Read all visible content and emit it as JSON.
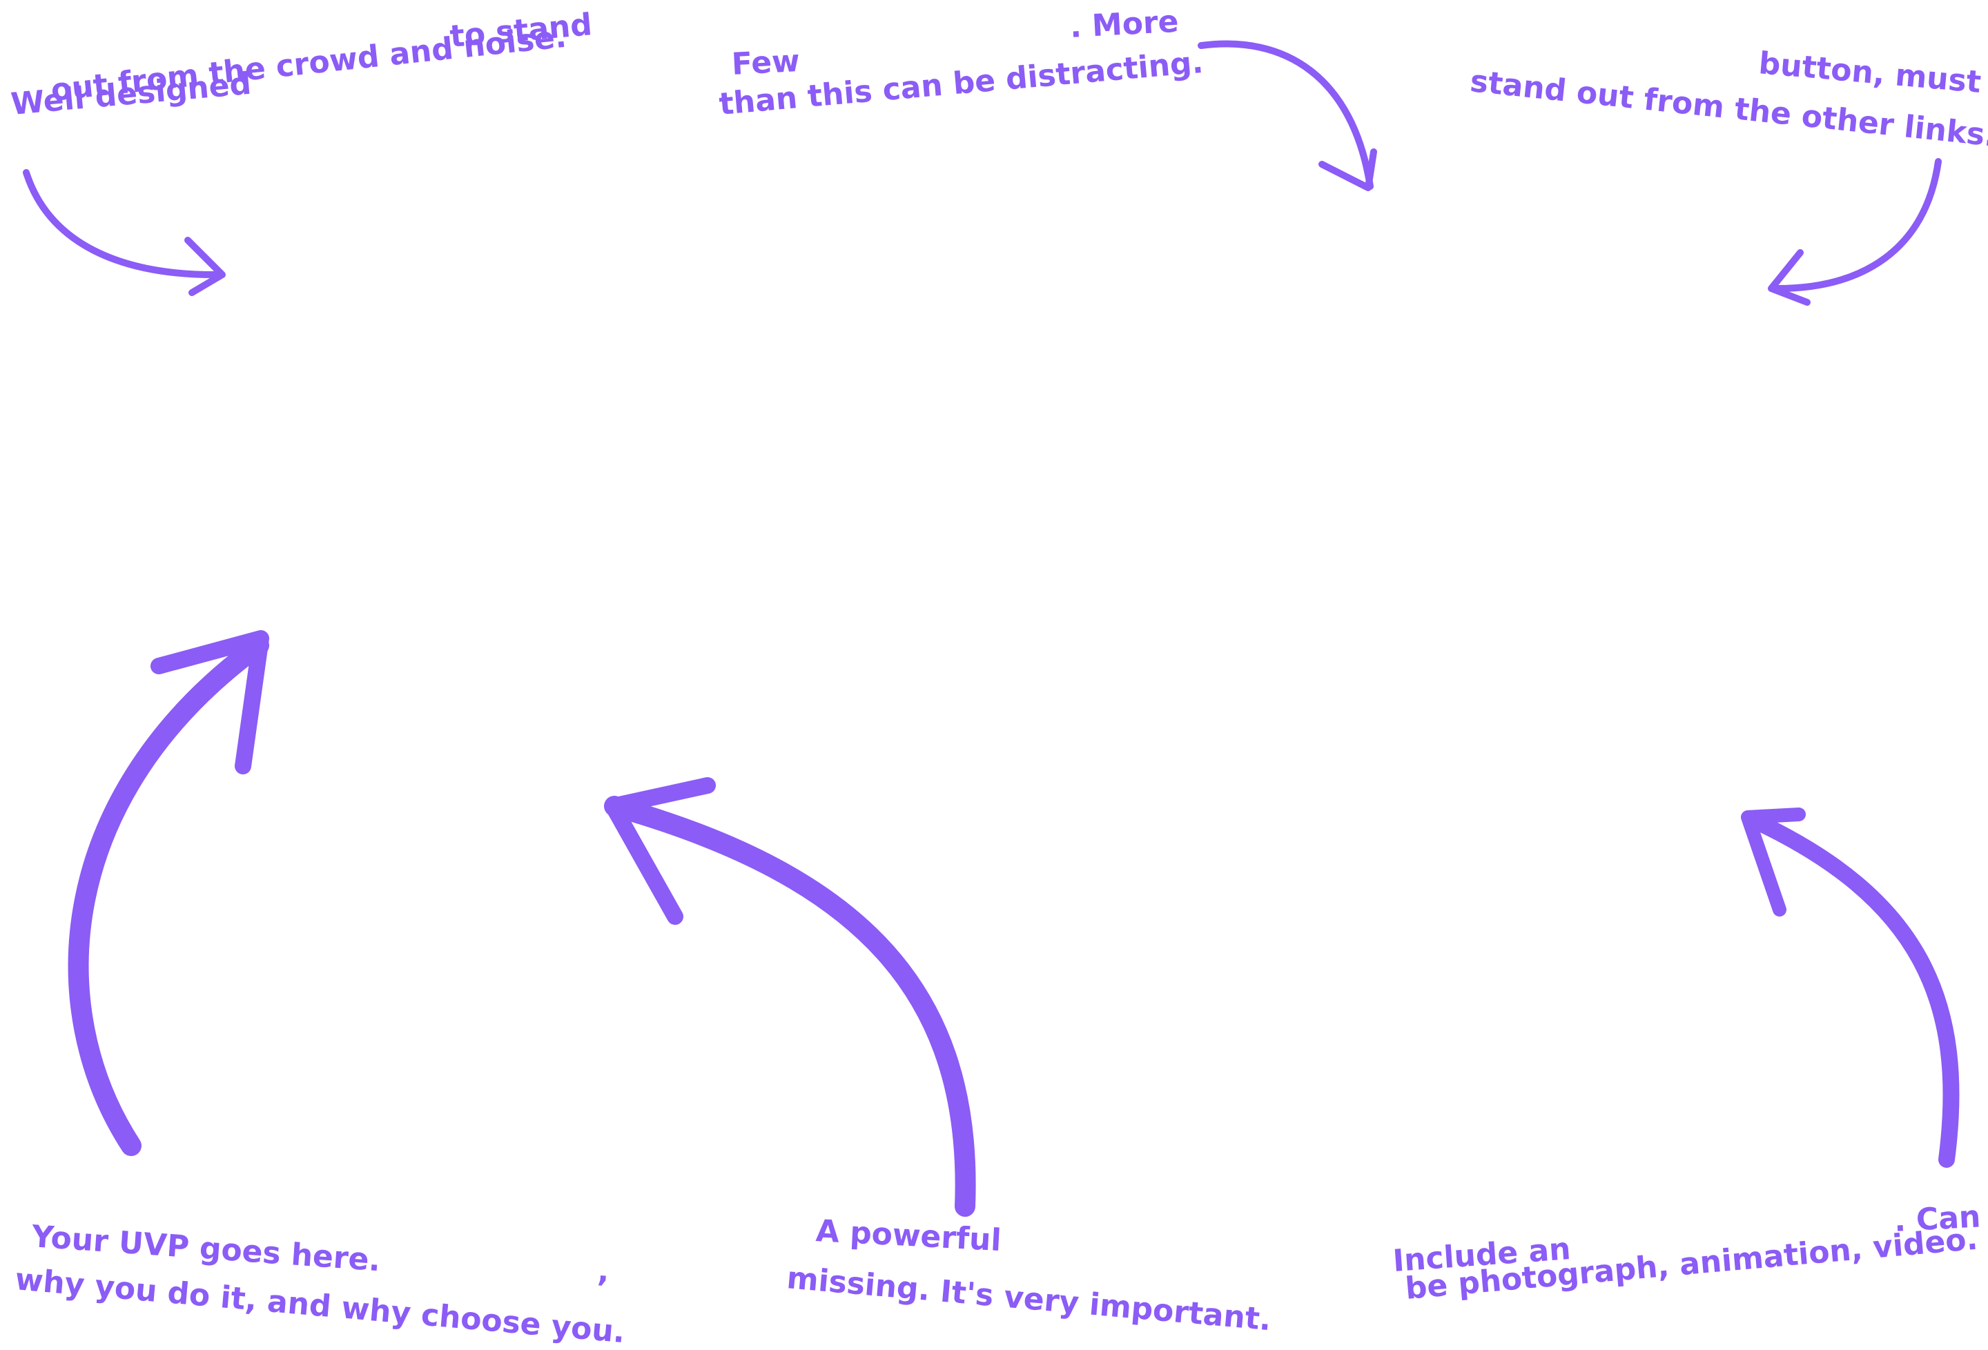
{
  "colors": {
    "accent": "#8b5cf6",
    "background": "#ffffff"
  },
  "annotations": {
    "logo": {
      "line1_start": "Well designed",
      "line1_end": "to stand",
      "line2": "out from the crowd and noise."
    },
    "nav_links": {
      "line1_start": "Few",
      "line1_end": ". More",
      "line2": "than this can be distracting."
    },
    "cta": {
      "line1": "button, must",
      "line2": "stand out from the other links."
    },
    "uvp": {
      "line1": "Your UVP goes here.",
      "line2_comma": ",",
      "line2": "why you do it, and why choose you."
    },
    "headline": {
      "line1": "A powerful",
      "line2": "missing. It's very important."
    },
    "hero": {
      "line1_end": ". Can",
      "line1_start": "Include an",
      "line2": "be photograph, animation, video."
    }
  }
}
